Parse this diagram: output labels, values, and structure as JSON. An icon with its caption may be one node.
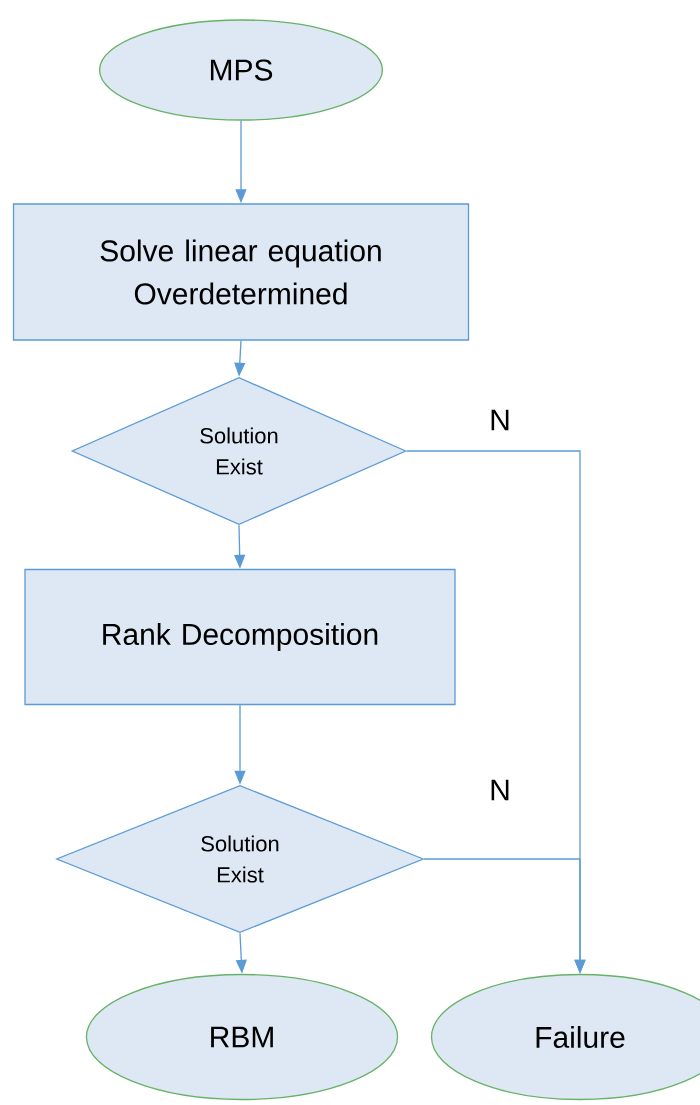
{
  "diagram": {
    "nodes": [
      {
        "text": [
          "MPS"
        ]
      },
      {
        "text": [
          "Solve linear equation Overdetermined"
        ]
      },
      {
        "text": [
          "Solution Exist"
        ]
      },
      {
        "text": [
          "Rank Decomposition"
        ]
      },
      {
        "text": [
          "Solution Exist"
        ]
      },
      {
        "text": [
          "RBM"
        ]
      },
      {
        "text": [
          "Failure"
        ]
      }
    ],
    "edges": [
      {
        "from": 0,
        "to": 1,
        "arrow": "to"
      },
      {
        "from": 1,
        "to": 2,
        "arrow": "to"
      },
      {
        "from": 2,
        "to": 3,
        "arrow": "to"
      },
      {
        "from": 3,
        "to": 4,
        "arrow": "to"
      },
      {
        "from": 4,
        "to": 5,
        "arrow": "to"
      },
      {
        "from": 2,
        "to": 6,
        "arrow": "to",
        "label": "N"
      },
      {
        "from": 4,
        "to": 6,
        "arrow": "to",
        "label": "N"
      }
    ]
  }
}
